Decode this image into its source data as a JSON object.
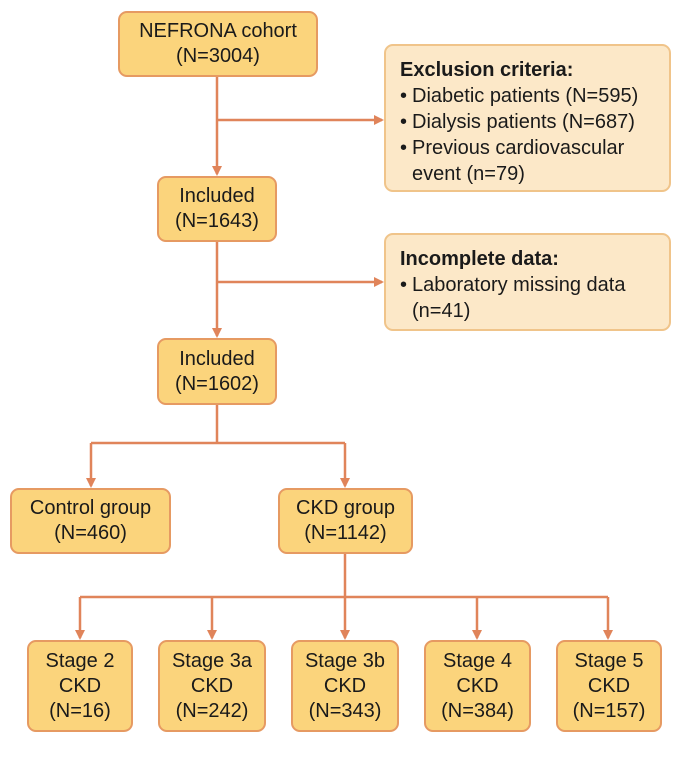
{
  "cohort": {
    "line1": "NEFRONA cohort",
    "line2": "(N=3004)"
  },
  "exclusion": {
    "header": "Exclusion criteria:",
    "items": [
      {
        "bullet": "•",
        "lines": [
          "Diabetic patients (N=595)"
        ]
      },
      {
        "bullet": "•",
        "lines": [
          "Dialysis patients (N=687)"
        ]
      },
      {
        "bullet": "•",
        "lines": [
          "Previous cardiovascular",
          "event (n=79)"
        ]
      }
    ]
  },
  "included1": {
    "line1": "Included",
    "line2": "(N=1643)"
  },
  "incomplete": {
    "header": "Incomplete data:",
    "items": [
      {
        "bullet": "•",
        "lines": [
          "Laboratory missing data",
          "(n=41)"
        ]
      }
    ]
  },
  "included2": {
    "line1": "Included",
    "line2": "(N=1602)"
  },
  "control": {
    "line1": "Control group",
    "line2": "(N=460)"
  },
  "ckd": {
    "line1": "CKD group",
    "line2": "(N=1142)"
  },
  "stages": [
    {
      "line1": "Stage 2",
      "line2": "CKD",
      "line3": "(N=16)"
    },
    {
      "line1": "Stage 3a",
      "line2": "CKD",
      "line3": "(N=242)"
    },
    {
      "line1": "Stage 3b",
      "line2": "CKD",
      "line3": "(N=343)"
    },
    {
      "line1": "Stage 4",
      "line2": "CKD",
      "line3": "(N=384)"
    },
    {
      "line1": "Stage 5",
      "line2": "CKD",
      "line3": "(N=157)"
    }
  ],
  "colors": {
    "box_fill": "#fbd47c",
    "side_fill": "#fce8c8",
    "border": "#e69a62",
    "arrow": "#e0845a"
  }
}
